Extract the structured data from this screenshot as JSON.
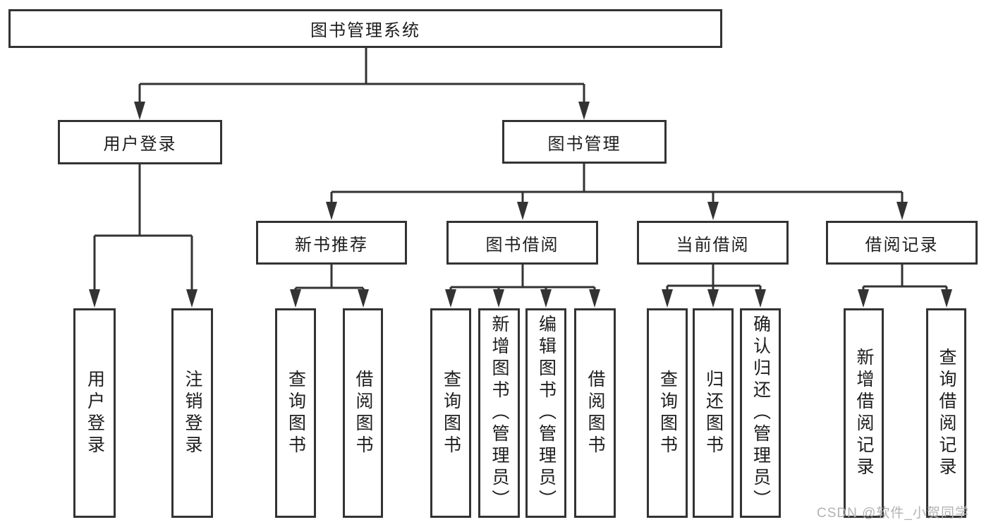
{
  "nodes": {
    "root": "图书管理系统",
    "login_group": "用户登录",
    "book_mgmt": "图书管理",
    "new_book_rec": "新书推荐",
    "book_borrow": "图书借阅",
    "current_borrow": "当前借阅",
    "borrow_record": "借阅记录",
    "user_login": "用户登录",
    "logout_login": "注销登录",
    "nb_query_book": "查询图书",
    "nb_borrow_book": "借阅图书",
    "bb_query_book": "查询图书",
    "bb_add_book": "新增图书（管理员）",
    "bb_edit_book": "编辑图书（管理员）",
    "bb_borrow_book": "借阅图书",
    "cb_query_book": "查询图书",
    "cb_return_book": "归还图书",
    "cb_confirm_return": "确认归还（管理员）",
    "br_add_record": "新增借阅记录",
    "br_query_record": "查询借阅记录"
  },
  "edges": [
    [
      "root",
      "login_group"
    ],
    [
      "root",
      "book_mgmt"
    ],
    [
      "login_group",
      "user_login"
    ],
    [
      "login_group",
      "logout_login"
    ],
    [
      "book_mgmt",
      "new_book_rec"
    ],
    [
      "book_mgmt",
      "book_borrow"
    ],
    [
      "book_mgmt",
      "current_borrow"
    ],
    [
      "book_mgmt",
      "borrow_record"
    ],
    [
      "new_book_rec",
      "nb_query_book"
    ],
    [
      "new_book_rec",
      "nb_borrow_book"
    ],
    [
      "book_borrow",
      "bb_query_book"
    ],
    [
      "book_borrow",
      "bb_add_book"
    ],
    [
      "book_borrow",
      "bb_edit_book"
    ],
    [
      "book_borrow",
      "bb_borrow_book"
    ],
    [
      "current_borrow",
      "cb_query_book"
    ],
    [
      "current_borrow",
      "cb_return_book"
    ],
    [
      "current_borrow",
      "cb_confirm_return"
    ],
    [
      "borrow_record",
      "br_add_record"
    ],
    [
      "borrow_record",
      "br_query_record"
    ]
  ],
  "watermark": "CSDN @软件_小贺同学",
  "colors": {
    "line": "#333333",
    "text": "#1d1d1d",
    "watermark": "#b3b3b3",
    "background": "#ffffff"
  }
}
